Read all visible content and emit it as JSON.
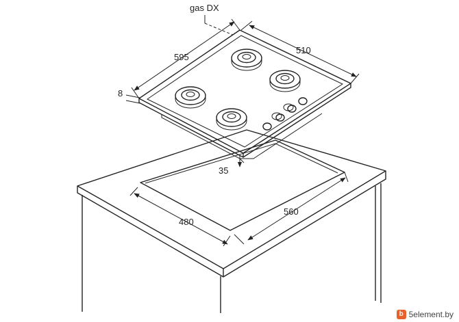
{
  "labels": {
    "gas_connection": "gas DX",
    "hob_depth": "595",
    "hob_width": "510",
    "hob_thickness": "8",
    "hob_height_below": "35",
    "cutout_depth": "480",
    "cutout_width": "560"
  },
  "watermark": {
    "logo_letter": "b",
    "text": "5element.by"
  },
  "hob": {
    "burner_count": 4,
    "knob_count": 4
  },
  "colors": {
    "line": "#222222",
    "background": "#ffffff",
    "watermark_accent": "#e8602a"
  }
}
